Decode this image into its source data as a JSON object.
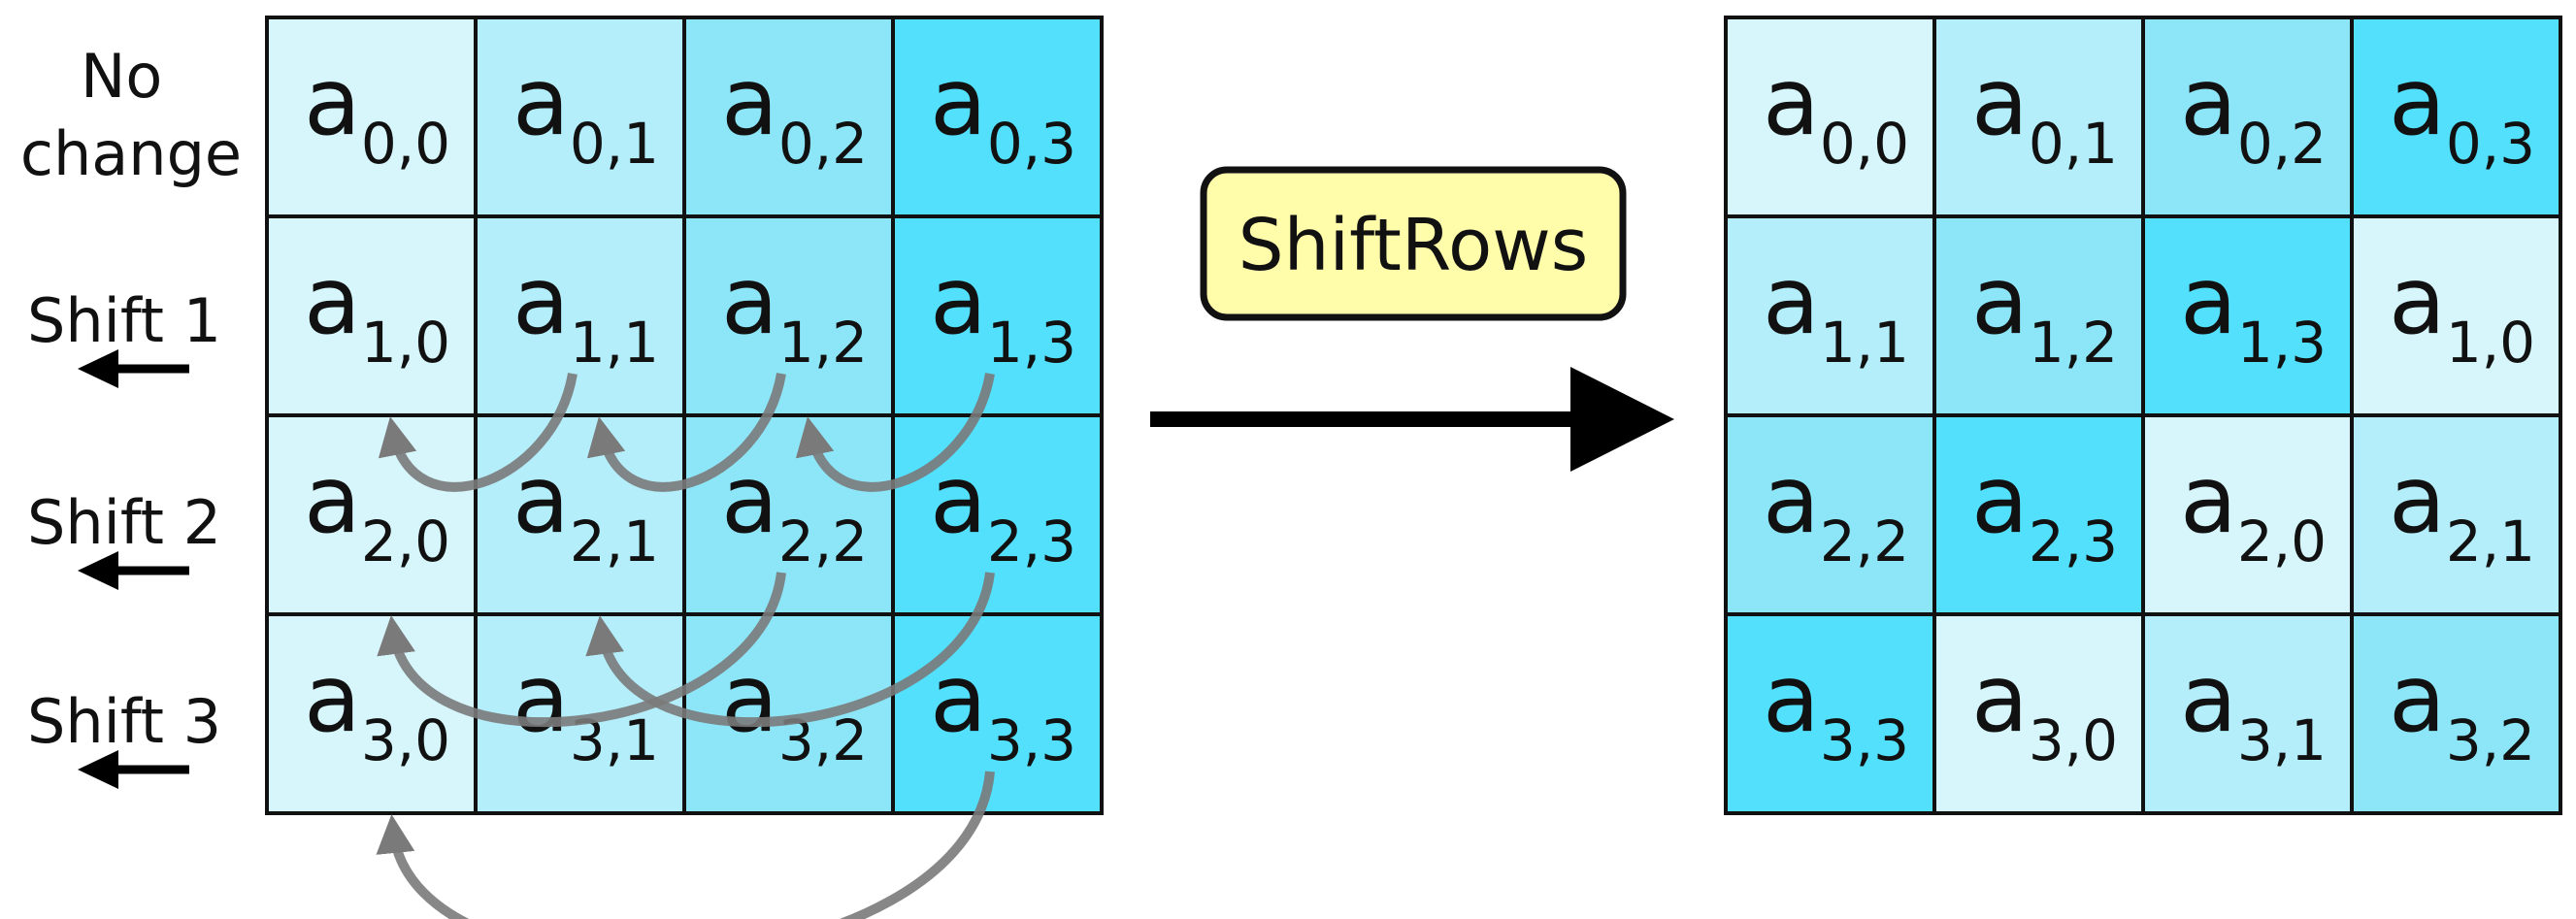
{
  "colors": {
    "col0": "#d6f6fc",
    "col1": "#b3eefa",
    "col2": "#8de6f7",
    "col3": "#52e0fc",
    "grid_line": "#111111",
    "shift_arrow": "#7a7a7a",
    "op_box_fill": "#fffcaa",
    "op_box_border": "#111111"
  },
  "row_labels": {
    "row0": "No\nchange",
    "row1": "Shift 1",
    "row2": "Shift 2",
    "row3": "Shift 3"
  },
  "operation_label": "ShiftRows",
  "input_state": [
    [
      {
        "base": "a",
        "sub": "0,0",
        "col": 0
      },
      {
        "base": "a",
        "sub": "0,1",
        "col": 1
      },
      {
        "base": "a",
        "sub": "0,2",
        "col": 2
      },
      {
        "base": "a",
        "sub": "0,3",
        "col": 3
      }
    ],
    [
      {
        "base": "a",
        "sub": "1,0",
        "col": 0
      },
      {
        "base": "a",
        "sub": "1,1",
        "col": 1
      },
      {
        "base": "a",
        "sub": "1,2",
        "col": 2
      },
      {
        "base": "a",
        "sub": "1,3",
        "col": 3
      }
    ],
    [
      {
        "base": "a",
        "sub": "2,0",
        "col": 0
      },
      {
        "base": "a",
        "sub": "2,1",
        "col": 1
      },
      {
        "base": "a",
        "sub": "2,2",
        "col": 2
      },
      {
        "base": "a",
        "sub": "2,3",
        "col": 3
      }
    ],
    [
      {
        "base": "a",
        "sub": "3,0",
        "col": 0
      },
      {
        "base": "a",
        "sub": "3,1",
        "col": 1
      },
      {
        "base": "a",
        "sub": "3,2",
        "col": 2
      },
      {
        "base": "a",
        "sub": "3,3",
        "col": 3
      }
    ]
  ],
  "output_state": [
    [
      {
        "base": "a",
        "sub": "0,0",
        "col": 0
      },
      {
        "base": "a",
        "sub": "0,1",
        "col": 1
      },
      {
        "base": "a",
        "sub": "0,2",
        "col": 2
      },
      {
        "base": "a",
        "sub": "0,3",
        "col": 3
      }
    ],
    [
      {
        "base": "a",
        "sub": "1,1",
        "col": 1
      },
      {
        "base": "a",
        "sub": "1,2",
        "col": 2
      },
      {
        "base": "a",
        "sub": "1,3",
        "col": 3
      },
      {
        "base": "a",
        "sub": "1,0",
        "col": 0
      }
    ],
    [
      {
        "base": "a",
        "sub": "2,2",
        "col": 2
      },
      {
        "base": "a",
        "sub": "2,3",
        "col": 3
      },
      {
        "base": "a",
        "sub": "2,0",
        "col": 0
      },
      {
        "base": "a",
        "sub": "2,1",
        "col": 1
      }
    ],
    [
      {
        "base": "a",
        "sub": "3,3",
        "col": 3
      },
      {
        "base": "a",
        "sub": "3,0",
        "col": 0
      },
      {
        "base": "a",
        "sub": "3,1",
        "col": 1
      },
      {
        "base": "a",
        "sub": "3,2",
        "col": 2
      }
    ]
  ],
  "shift_arrows": [
    {
      "row": 1,
      "from_col": 1,
      "to_col": 0
    },
    {
      "row": 1,
      "from_col": 2,
      "to_col": 1
    },
    {
      "row": 1,
      "from_col": 3,
      "to_col": 2
    },
    {
      "row": 2,
      "from_col": 2,
      "to_col": 0
    },
    {
      "row": 2,
      "from_col": 3,
      "to_col": 1
    },
    {
      "row": 3,
      "from_col": 3,
      "to_col": 0
    }
  ],
  "icons": {
    "shift_left_arrow": "shift-left-arrow-icon",
    "transform_arrow": "transform-arrow-icon"
  }
}
